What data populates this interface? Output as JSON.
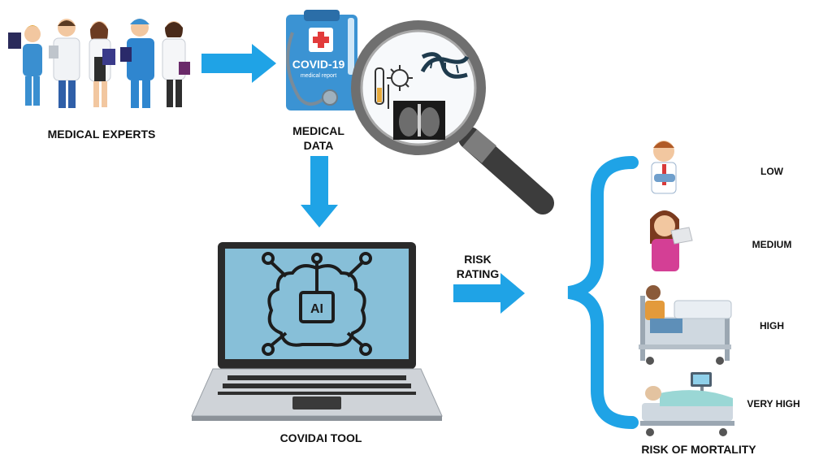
{
  "labels": {
    "medical_experts": "MEDICAL EXPERTS",
    "medical_data_line1": "MEDICAL",
    "medical_data_line2": "DATA",
    "risk_rating_line1": "RISK",
    "risk_rating_line2": "RATING",
    "covidai_tool": "COVIDAI TOOL",
    "risk_of_mortality": "RISK OF MORTALITY"
  },
  "report": {
    "title": "COVID-19",
    "subtitle": "medical report"
  },
  "laptop_screen": {
    "chip_text": "AI"
  },
  "risk_levels": [
    {
      "label": "LOW"
    },
    {
      "label": "MEDIUM"
    },
    {
      "label": "HIGH"
    },
    {
      "label": "VERY HIGH"
    }
  ],
  "colors": {
    "arrow": "#1fa3e6",
    "laptop_screen": "#87bfd8",
    "clipboard": "#3b93d3",
    "magnifier": "#3c3c3c"
  }
}
